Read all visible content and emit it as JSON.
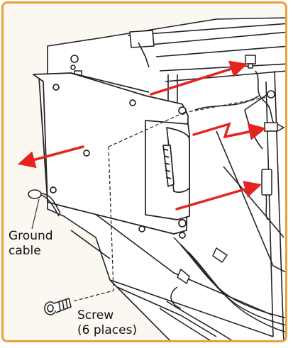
{
  "callouts": {
    "ground_cable_line1": "Ground",
    "ground_cable_line2": "cable",
    "screw_line1": "Screw",
    "screw_line2": "(6 places)"
  },
  "colors": {
    "frame_border": "#e6a33a",
    "arrow": "#e52421",
    "line": "#222222"
  },
  "icons": {
    "screw": "screw-icon",
    "arrows": "red-direction-arrow"
  }
}
